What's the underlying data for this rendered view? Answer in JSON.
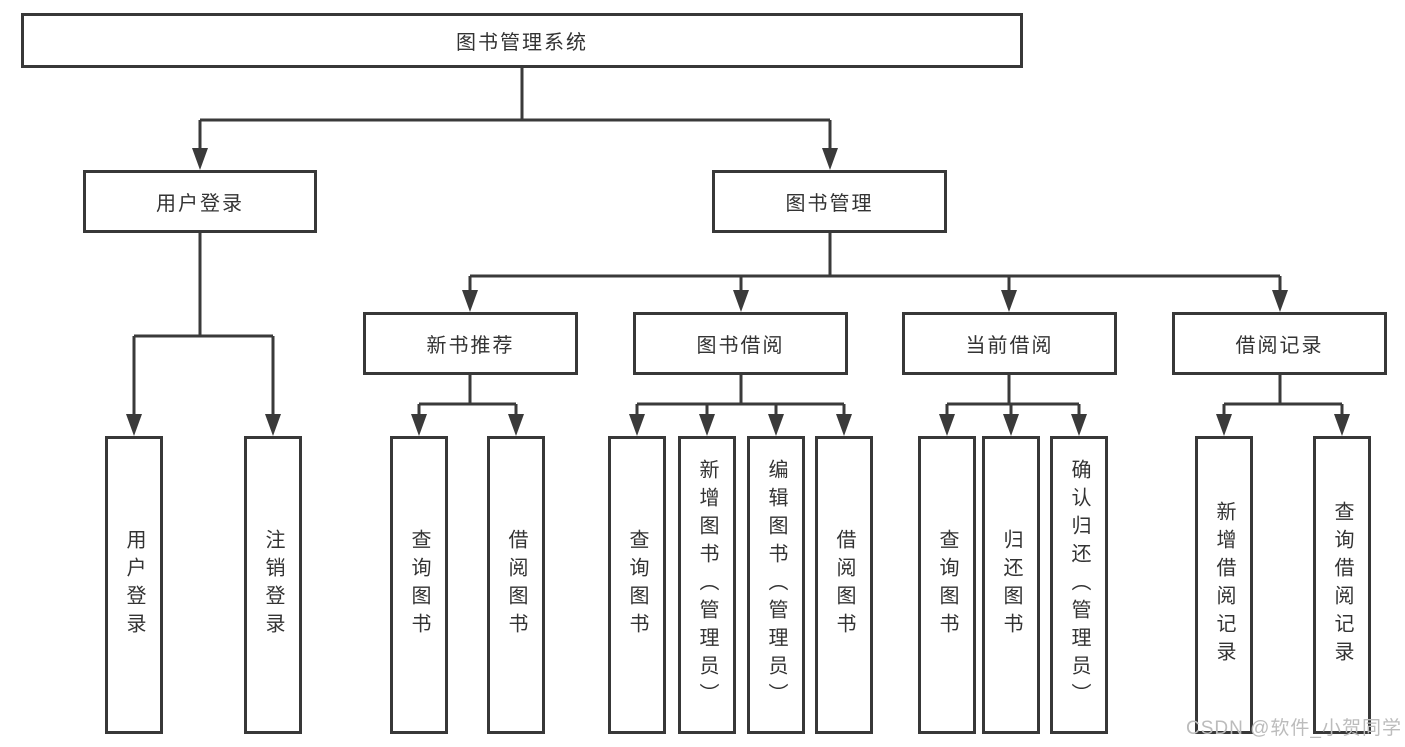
{
  "diagram": {
    "title": "图书管理系统",
    "tree": {
      "root": {
        "label": "图书管理系统"
      },
      "children": [
        {
          "label": "用户登录",
          "children": [
            {
              "label": "用户登录"
            },
            {
              "label": "注销登录"
            }
          ]
        },
        {
          "label": "图书管理",
          "children": [
            {
              "label": "新书推荐",
              "children": [
                {
                  "label": "查询图书"
                },
                {
                  "label": "借阅图书"
                }
              ]
            },
            {
              "label": "图书借阅",
              "children": [
                {
                  "label": "查询图书"
                },
                {
                  "label": "新增图书（管理员）"
                },
                {
                  "label": "编辑图书（管理员）"
                },
                {
                  "label": "借阅图书"
                }
              ]
            },
            {
              "label": "当前借阅",
              "children": [
                {
                  "label": "查询图书"
                },
                {
                  "label": "归还图书"
                },
                {
                  "label": "确认归还（管理员）"
                }
              ]
            },
            {
              "label": "借阅记录",
              "children": [
                {
                  "label": "新增借阅记录"
                },
                {
                  "label": "查询借阅记录"
                }
              ]
            }
          ]
        }
      ]
    },
    "style": {
      "line_color": "#3a3a3a",
      "border_color": "#383838",
      "text_color": "#333333",
      "background": "#ffffff",
      "watermark_color": "#bcbcbc"
    }
  },
  "watermark": {
    "text": "CSDN @软件_小贺同学"
  }
}
